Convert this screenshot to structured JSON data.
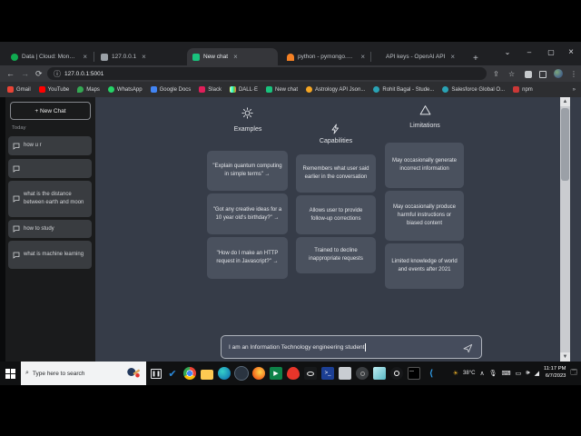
{
  "browser": {
    "tabs": [
      {
        "title": "Data | Cloud: MongoDB Clou...",
        "close": "×"
      },
      {
        "title": "127.0.0.1",
        "close": "×"
      },
      {
        "title": "New chat",
        "close": "×"
      },
      {
        "title": "python - pymongo.errors.Se...",
        "close": "×"
      },
      {
        "title": "API keys - OpenAI API",
        "close": "×"
      }
    ],
    "new_tab_button": "+",
    "window_controls": {
      "menu": "⌄",
      "minimize": "–",
      "maximize": "▢",
      "close": "×"
    },
    "toolbar": {
      "back": "←",
      "forward": "→",
      "reload": "⟳",
      "site_info": "ⓘ",
      "url": "127.0.0.1:5001",
      "share": "⇪",
      "star": "☆",
      "menu": "⋮"
    },
    "bookmarks": [
      "Gmail",
      "YouTube",
      "Maps",
      "WhatsApp",
      "Google Docs",
      "Slack",
      "DALL·E",
      "New chat",
      "Astrology API Json...",
      "Rohit Bagal - Stude...",
      "Salesforce Global O...",
      "npm"
    ],
    "bookmarks_overflow": "»"
  },
  "app": {
    "sidebar": {
      "new_chat_label": "+  New Chat",
      "section_label": "Today",
      "items": [
        "how u r",
        "",
        "what is the distance between earth and moon",
        "how to study",
        "what is machine learning"
      ]
    },
    "columns": [
      {
        "title": "Examples",
        "cards": [
          "\"Explain quantum computing in simple terms\" →",
          "\"Got any creative ideas for a 10 year old's birthday?\" →",
          "\"How do I make an HTTP request in Javascript?\" →"
        ]
      },
      {
        "title": "Capabilities",
        "cards": [
          "Remembers what user said earlier in the conversation",
          "Allows user to provide follow-up corrections",
          "Trained to decline inappropriate requests"
        ]
      },
      {
        "title": "Limitations",
        "cards": [
          "May occasionally generate incorrect information",
          "May occasionally produce harmful instructions or biased content",
          "Limited knowledge of world and events after 2021"
        ]
      }
    ],
    "input": {
      "value": "I am an Information Technology engineering student"
    }
  },
  "taskbar": {
    "search_placeholder": "Type here to search",
    "tray": {
      "temperature": "38°C",
      "time": "11:17 PM",
      "date": "6/7/2023"
    }
  },
  "colors": {
    "chatgpt_teal": "#19c37d",
    "npm_red": "#cb3837",
    "youtube_red": "#ff0000",
    "whatsapp_green": "#25d366"
  }
}
